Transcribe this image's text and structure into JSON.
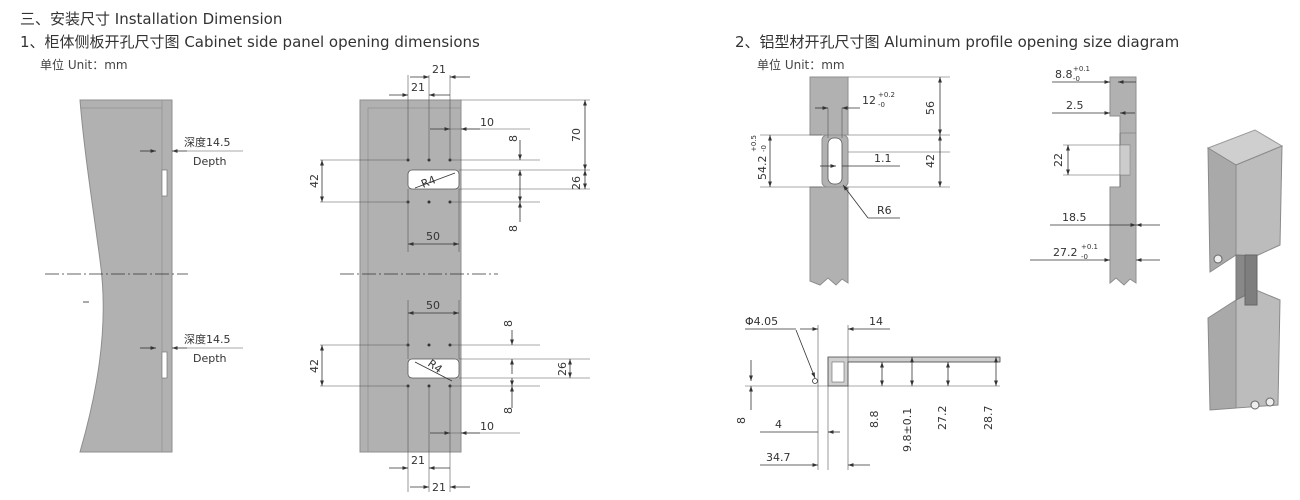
{
  "heading": "三、安装尺寸 Installation Dimension",
  "section1": {
    "title": "1、柜体侧板开孔尺寸图 Cabinet side panel opening dimensions",
    "unit": "单位 Unit：mm",
    "depth_label_cn": "深度14.5",
    "depth_label_en": "Depth",
    "dims": {
      "d21": "21",
      "d10": "10",
      "d8": "8",
      "d70": "70",
      "d42": "42",
      "d26": "26",
      "d50": "50",
      "r4": "R4"
    }
  },
  "section2": {
    "title": "2、铝型材开孔尺寸图 Aluminum profile opening size diagram",
    "unit": "单位 Unit：mm",
    "dims": {
      "d12": "12",
      "d12_tol_up": "+0.2",
      "d12_tol_dn": "-0",
      "d56": "56",
      "d54_2": "54.2",
      "d54_2_tol_up": "+0.5",
      "d54_2_tol_dn": "-0",
      "d1_1": "1.1",
      "d42": "42",
      "r6": "R6",
      "d8_8_top": "8.8",
      "d8_8_tol_up": "+0.1",
      "d8_8_tol_dn": "-0",
      "d2_5": "2.5",
      "d22": "22",
      "d18_5": "18.5",
      "d27_2_top": "27.2",
      "d27_2_tol_up": "+0.1",
      "d27_2_tol_dn": "-0",
      "phi4_05": "Φ4.05",
      "d14": "14",
      "d8": "8",
      "d4": "4",
      "d34_7": "34.7",
      "d8_8": "8.8",
      "d9_8": "9.8±0.1",
      "d27_2": "27.2",
      "d28_7": "28.7"
    }
  },
  "colors": {
    "panel_fill": "#b1b1b1",
    "panel_edge": "#8e8e8e",
    "line": "#333333",
    "profile_dark": "#9a9a9a"
  }
}
